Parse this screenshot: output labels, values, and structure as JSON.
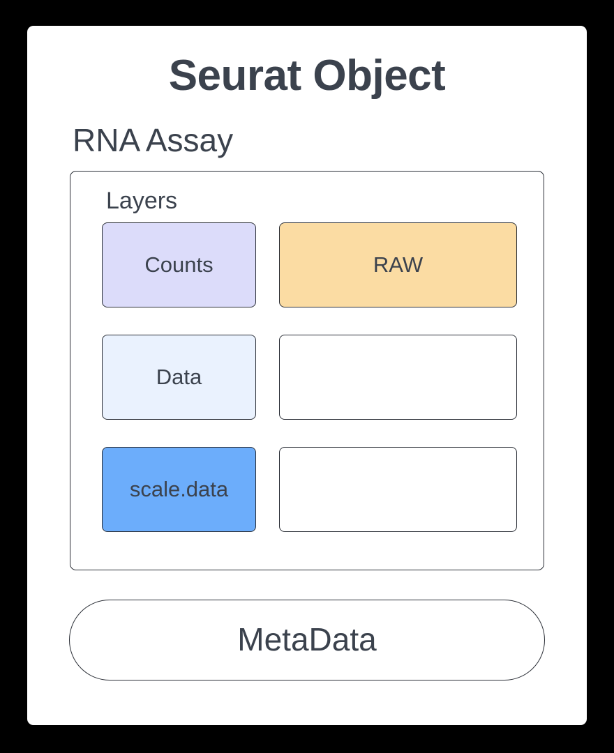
{
  "diagram": {
    "title": "Seurat Object",
    "assay_label": "RNA Assay",
    "layers_label": "Layers",
    "metadata_label": "MetaData",
    "colors": {
      "background": "#000000",
      "card_background": "#ffffff",
      "text": "#3b424d",
      "border": "#2a2e36",
      "counts_fill": "#dcdcfa",
      "raw_fill": "#fbdca3",
      "data_fill": "#eaf2fe",
      "scale_data_fill": "#6cadfb",
      "empty_fill": "#ffffff"
    },
    "layers": [
      {
        "left": {
          "label": "Counts",
          "fill": "#dcdcfa",
          "empty": false
        },
        "right": {
          "label": "RAW",
          "fill": "#fbdca3",
          "empty": false
        }
      },
      {
        "left": {
          "label": "Data",
          "fill": "#eaf2fe",
          "empty": false
        },
        "right": {
          "label": "",
          "fill": "#ffffff",
          "empty": true
        }
      },
      {
        "left": {
          "label": "scale.data",
          "fill": "#6cadfb",
          "empty": false
        },
        "right": {
          "label": "",
          "fill": "#ffffff",
          "empty": true
        }
      }
    ]
  }
}
